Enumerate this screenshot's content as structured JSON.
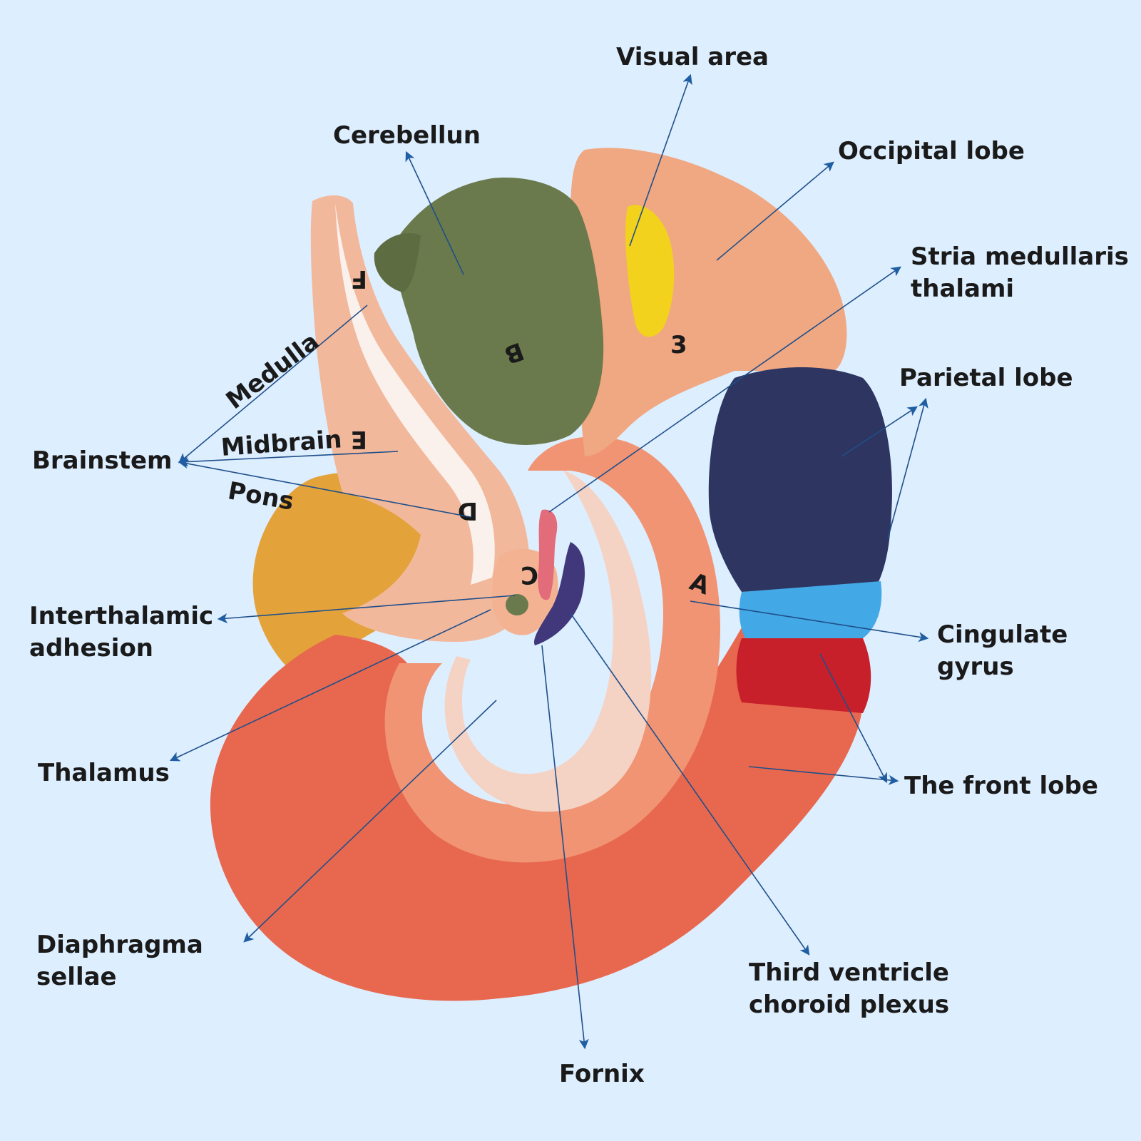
{
  "labels": {
    "visual_area": "Visual area",
    "cerebellum": "Cerebellun",
    "occipital_lobe": "Occipital lobe",
    "stria_medullaris": [
      "Stria medullaris",
      "thalami"
    ],
    "parietal_lobe": "Parietal lobe",
    "medulla": "Medulla",
    "brainstem": "Brainstem",
    "midbrain": "Midbrain",
    "pons": "Pons",
    "interthalamic_adhesion": [
      "Interthalamic",
      "adhesion"
    ],
    "cingulate_gyrus": [
      "Cingulate",
      "gyrus"
    ],
    "thalamus": "Thalamus",
    "front_lobe": "The front lobe",
    "diaphragma_sellae": [
      "Diaphragma",
      "sellae"
    ],
    "third_ventricle": [
      "Third ventricle",
      "choroid plexus"
    ],
    "fornix": "Fornix"
  },
  "model_letters": {
    "a": "A",
    "b": "B",
    "c": "C",
    "d": "D",
    "e": "E",
    "f": "F",
    "three": "3"
  },
  "colors": {
    "background": "#ddeeff",
    "leader_line": "#1f4f8a",
    "arrow": "#1f5ea3",
    "cerebellum": "#6b7a4c",
    "occipital": "#f0a882",
    "visual_area": "#f2d21c",
    "parietal": "#2d3560",
    "cingulate": "#43a8e6",
    "frontal_red": "#c8202a",
    "cortex": "#e8684f",
    "brainstem": "#f2b89c",
    "temporal": "#e3a33a"
  }
}
